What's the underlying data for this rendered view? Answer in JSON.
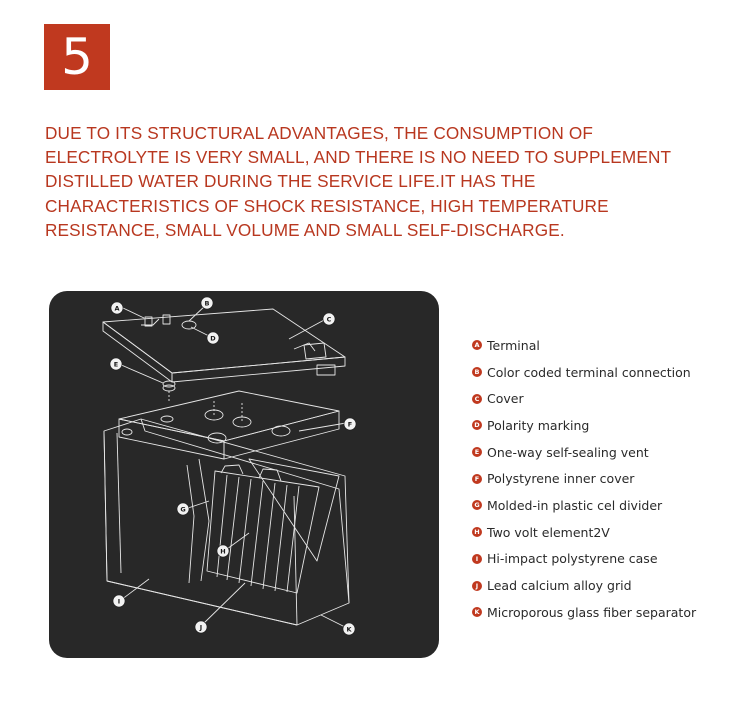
{
  "section_number": "5",
  "headline_lines": [
    "DUE TO ITS STRUCTURAL ADVANTAGES, THE CONSUMPTION OF",
    "ELECTROLYTE IS VERY SMALL, AND THERE IS NO NEED TO SUPPLEMENT",
    "DISTILLED WATER DURING THE SERVICE LIFE.IT HAS THE",
    "CHARACTERISTICS OF SHOCK RESISTANCE, HIGH TEMPERATURE",
    "RESISTANCE, SMALL VOLUME AND SMALL SELF-DISCHARGE."
  ],
  "callouts": [
    "A",
    "B",
    "C",
    "D",
    "E",
    "F",
    "G",
    "H",
    "I",
    "J",
    "K"
  ],
  "legend": [
    {
      "letter": "A",
      "label": "Terminal"
    },
    {
      "letter": "B",
      "label": "Color coded terminal connection"
    },
    {
      "letter": "C",
      "label": "Cover"
    },
    {
      "letter": "D",
      "label": "Polarity marking"
    },
    {
      "letter": "E",
      "label": "One-way self-sealing vent"
    },
    {
      "letter": "F",
      "label": "Polystyrene inner cover"
    },
    {
      "letter": "G",
      "label": "Molded-in plastic cel divider"
    },
    {
      "letter": "H",
      "label": "Two volt element2V"
    },
    {
      "letter": "I",
      "label": "Hi-impact polystyrene case"
    },
    {
      "letter": "J",
      "label": "Lead calcium alloy grid"
    },
    {
      "letter": "K",
      "label": "Microporous glass fiber separator"
    }
  ],
  "colors": {
    "accent": "#c0391f",
    "headline": "#b8371f",
    "diagram_bg": "#282828",
    "line_art": "#e6e6e6"
  }
}
